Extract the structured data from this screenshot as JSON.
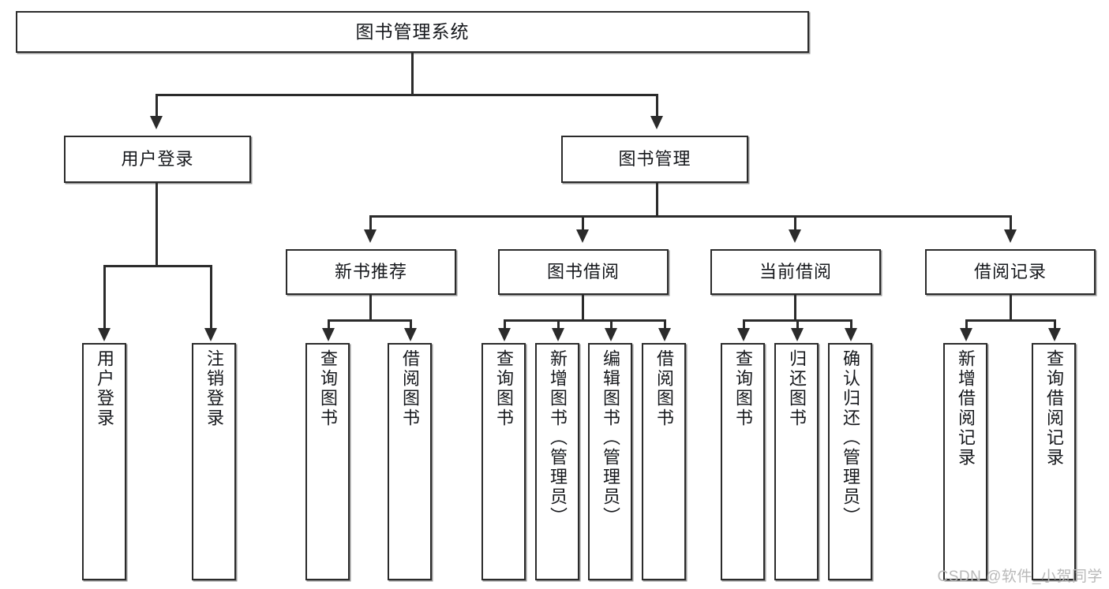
{
  "diagram": {
    "title": "图书管理系统",
    "watermark": "CSDN @软件_小贺同学",
    "levels": {
      "root": "图书管理系统",
      "level2": [
        "用户登录",
        "图书管理"
      ],
      "level3": [
        "新书推荐",
        "图书借阅",
        "当前借阅",
        "借阅记录"
      ]
    },
    "nodes": {
      "root": {
        "label": "图书管理系统"
      },
      "user_login": {
        "label": "用户登录"
      },
      "book_manage": {
        "label": "图书管理"
      },
      "new_book_rec": {
        "label": "新书推荐"
      },
      "book_borrow": {
        "label": "图书借阅"
      },
      "current_borrow": {
        "label": "当前借阅"
      },
      "borrow_record": {
        "label": "借阅记录"
      },
      "leaf_user_login": {
        "label": "用户登录"
      },
      "leaf_logout": {
        "label": "注销登录"
      },
      "leaf_query_book_1": {
        "label": "查询图书"
      },
      "leaf_borrow_book_1": {
        "label": "借阅图书"
      },
      "leaf_query_book_2": {
        "label": "查询图书"
      },
      "leaf_add_book": {
        "label": "新增图书（管理员）"
      },
      "leaf_edit_book": {
        "label": "编辑图书（管理员）"
      },
      "leaf_borrow_book_2": {
        "label": "借阅图书"
      },
      "leaf_query_book_3": {
        "label": "查询图书"
      },
      "leaf_return_book": {
        "label": "归还图书"
      },
      "leaf_confirm_return": {
        "label": "确认归还（管理员）"
      },
      "leaf_add_record": {
        "label": "新增借阅记录"
      },
      "leaf_query_record": {
        "label": "查询借阅记录"
      }
    },
    "colors": {
      "stroke": "#2b2b2b",
      "fill": "#ffffff",
      "text": "#16181c",
      "watermark": "#b9b9b9"
    }
  }
}
